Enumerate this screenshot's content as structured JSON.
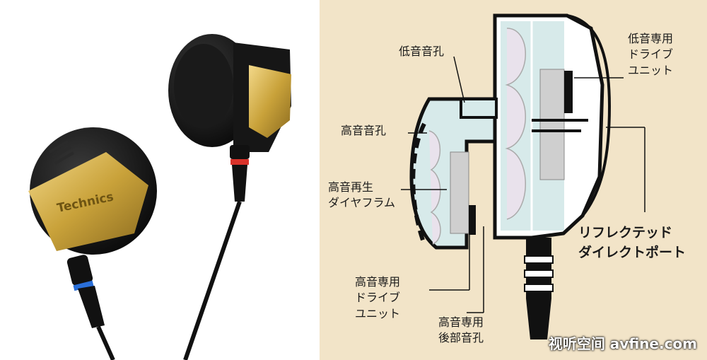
{
  "labels": {
    "bass_port": "低音音孔",
    "treble_port": "高音音孔",
    "treble_diaphragm_1": "高音再生",
    "treble_diaphragm_2": "ダイヤフラム",
    "treble_driver_1": "高音専用",
    "treble_driver_2": "ドライブ",
    "treble_driver_3": "ユニット",
    "rear_port_1": "高音専用",
    "rear_port_2": "後部音孔",
    "bass_driver_1": "低音専用",
    "bass_driver_2": "ドライブ",
    "bass_driver_3": "ユニット",
    "reflect_1": "リフレクテッド",
    "reflect_2": "ダイレクトポート"
  },
  "photo": {
    "brand_text": "Technics"
  },
  "watermark": "视听空间 avfine.com",
  "colors": {
    "diagram_bg": "#f2e4c8",
    "chamber": "#d7eaea",
    "driver": "#e9e2ec",
    "cable_black": "#111111",
    "gold": "#c9a23a",
    "red_ring": "#d8322a",
    "blue_ring": "#2a6fd8"
  }
}
